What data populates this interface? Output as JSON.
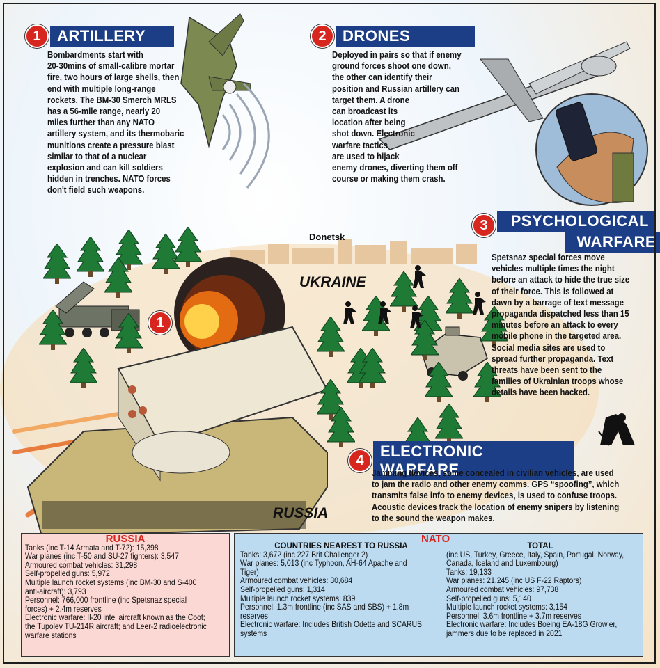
{
  "sections": {
    "artillery": {
      "number": "1",
      "title": "ARTILLERY",
      "lines": [
        "Bombardments start with",
        "20-30mins of small-calibre mortar",
        "fire, two hours of large shells, then",
        "end with multiple long-range",
        "rockets. The BM-30 Smerch MRLS",
        "has a 56-mile range, nearly 20",
        "miles further than any NATO",
        "artillery system, and its thermobaric",
        "munitions create a pressure blast",
        "similar to that of a nuclear",
        "explosion and can kill soldiers",
        "hidden in trenches. NATO forces",
        "don't field such weapons."
      ]
    },
    "drones": {
      "number": "2",
      "title": "DRONES",
      "lines": [
        "Deployed in pairs so that if enemy",
        "ground forces shoot one down,",
        "the other can identify their",
        "position and Russian artillery can",
        "target them. A drone",
        "can broadcast its",
        "location after being",
        "shot down. Electronic",
        "warfare tactics",
        "are used to hijack",
        "enemy drones, diverting them off",
        "course or making them crash."
      ]
    },
    "psychological": {
      "number": "3",
      "title_line1": "PSYCHOLOGICAL",
      "title_line2": "WARFARE",
      "lines": [
        "Spetsnaz special forces  move",
        "vehicles multiple times the night",
        "before an attack to hide the true size",
        "of their force. This is followed at",
        "dawn by a barrage of text message",
        "propaganda dispatched less than 15",
        "minutes before an attack to every",
        "mobile phone in the targeted area.",
        "Social media sites are used to",
        "spread further propaganda. Text",
        "threats have been sent to the",
        "families of Ukrainian troops whose",
        "details have been hacked."
      ]
    },
    "electronic": {
      "number": "4",
      "title": "ELECTRONIC WARFARE",
      "lines": [
        "Jamming devices, some concealed in civilian vehicles, are used",
        "to jam the radio and other enemy comms. GPS “spoofing”, which",
        "transmits false info to enemy devices, is used to confuse troops.",
        "Acoustic devices track the location of enemy snipers by listening",
        "to the sound the weapon makes."
      ]
    }
  },
  "map": {
    "ukraine_label": "UKRAINE",
    "russia_label": "RUSSIA",
    "town_label": "Donetsk",
    "launcher_marker": "1"
  },
  "russia_stats": {
    "title": "RUSSIA",
    "lines": [
      "Tanks (inc T-14 Armata and T-72): 15,398",
      "War planes (inc T-50 and SU-27 fighters): 3,547",
      "Armoured combat vehicles: 31,298",
      "Self-propelled guns: 5,972",
      "Multiple launch rocket systems (inc BM-30 and S-400",
      "anti-aircraft): 3,793",
      "Personnel: 766,000 frontline (inc Spetsnaz special",
      "forces) + 2.4m reserves",
      "Electronic warfare: Il-20 intel aircraft known as the Coot;",
      "the Tupolev TU-214R aircraft; and Leer-2 radioelectronic",
      "warfare stations"
    ]
  },
  "nato_stats": {
    "title": "NATO",
    "nearest_heading": "COUNTRIES NEAREST TO RUSSIA",
    "nearest_lines": [
      "Tanks: 3,672 (inc 227 Brit Challenger 2)",
      "War planes: 5,013 (inc Typhoon, AH-64 Apache and",
      "Tiger)",
      "Armoured combat vehicles: 30,684",
      "Self-propelled guns: 1,314",
      "Multiple launch rocket systems: 839",
      "Personnel: 1.3m frontline (inc SAS and SBS) + 1.8m",
      "reserves",
      "Electronic warfare: Includes British Odette and SCARUS",
      "systems"
    ],
    "total_heading": "TOTAL",
    "total_lines": [
      "(inc US, Turkey, Greece, Italy, Spain, Portugal, Norway,",
      "Canada, Iceland and Luxembourg)",
      "Tanks: 19,133",
      "War planes: 21,245 (inc US F-22 Raptors)",
      "Armoured combat vehicles: 97,738",
      "Self-propelled guns: 5,140",
      "Multiple launch rocket systems: 3,154",
      "Personnel: 3.6m frontline + 3.7m reserves",
      "Electronic warfare: Includes Boeing EA-18G Growler,",
      "jammers due to be replaced in 2021"
    ]
  },
  "colors": {
    "header_bar": "#1c3e86",
    "badge": "#d7261e",
    "russia_box": "#fbd8d3",
    "nato_box": "#bcdaf0"
  }
}
